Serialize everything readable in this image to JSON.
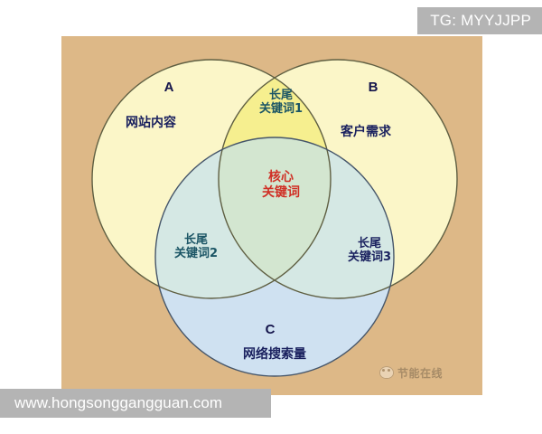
{
  "banners": {
    "tg": "TG: MYYJJPP",
    "url": "www.hongsonggangguan.com"
  },
  "watermark": {
    "icon": "wechat-badge-icon",
    "text": "节能在线"
  },
  "diagram": {
    "type": "venn-3-set",
    "background_color": "#ddb887",
    "sets": [
      {
        "id": "A",
        "letter": "A",
        "label": "网站内容",
        "fill": "#fbf6c8",
        "stroke": "#6a6a4a"
      },
      {
        "id": "B",
        "letter": "B",
        "label": "客户需求",
        "fill": "#fbf6c8",
        "stroke": "#6a6a4a"
      },
      {
        "id": "C",
        "letter": "C",
        "label": "网络搜索量",
        "fill": "#cfe1f1",
        "stroke": "#4a5a6a"
      }
    ],
    "intersections": [
      {
        "id": "AB",
        "label": "长尾\n关键词1",
        "fill": "#f6ef8f",
        "text_color": "#1b5565"
      },
      {
        "id": "AC",
        "label": "长尾\n关键词2",
        "fill": "#d5e8e4",
        "text_color": "#1b5565"
      },
      {
        "id": "BC",
        "label": "长尾\n关键词3",
        "fill": "#d5e8e4",
        "text_color": "#19205e"
      },
      {
        "id": "ABC",
        "label": "核心\n关键词",
        "fill": "#d3e6d0",
        "text_color": "#d03026"
      }
    ]
  }
}
